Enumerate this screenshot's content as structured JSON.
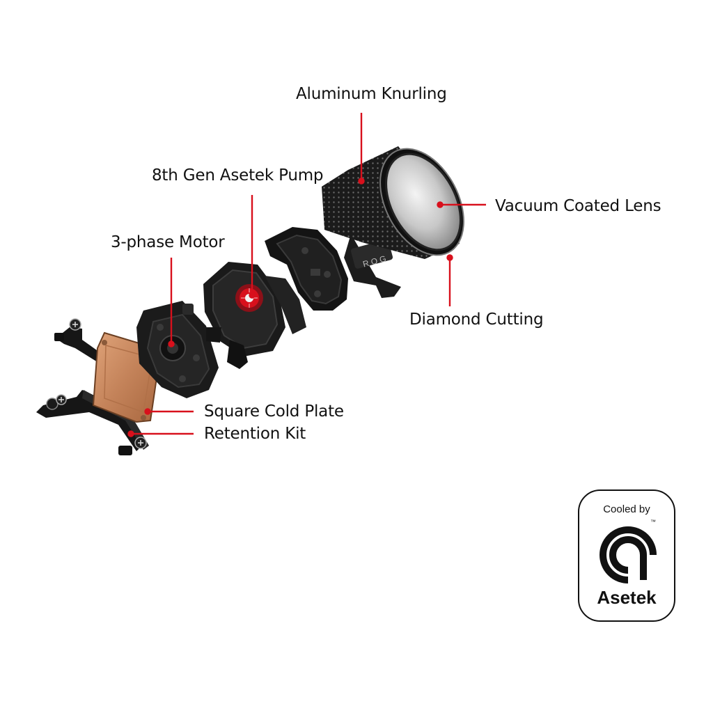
{
  "callouts": {
    "aluminum_knurling": "Aluminum Knurling",
    "pump": "8th Gen Asetek Pump",
    "vacuum_lens": "Vacuum Coated Lens",
    "motor": "3-phase Motor",
    "diamond_cutting": "Diamond Cutting",
    "cold_plate": "Square Cold Plate",
    "retention_kit": "Retention Kit"
  },
  "badge": {
    "top_text": "Cooled by",
    "brand": "Asetek",
    "trademark": "™"
  },
  "colors": {
    "leader_line": "#d8101c",
    "copper": "#c98a5f",
    "body_dark": "#1a1a1a",
    "text": "#111111"
  }
}
